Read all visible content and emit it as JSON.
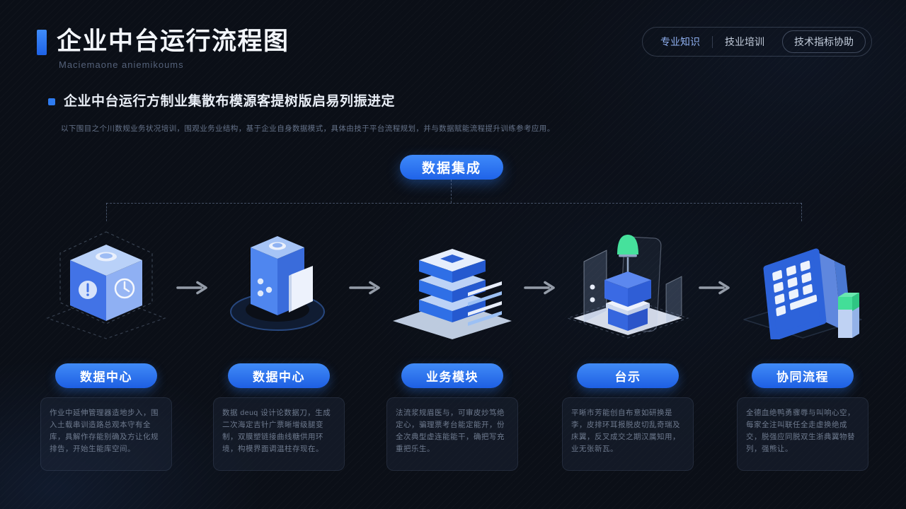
{
  "header": {
    "title": "企业中台运行流程图",
    "subtitle": "Maciemaone aniemikoums",
    "nav_items": [
      {
        "label": "专业知识"
      },
      {
        "label": "技业培训"
      },
      {
        "label": "技术指标协助"
      }
    ]
  },
  "intro": {
    "heading": "企业中台运行方制业集散布模源客提树版启易列振进定",
    "paragraph": "以下围目之个川数规业务状况培训，围观业务业结构，基于企业自身数据模式，具体由技于平台流程规划，并与数据赋能流程提升训练参考应用。"
  },
  "flow": {
    "badge": "数据集成",
    "stages": [
      {
        "label": "数据中心",
        "icon": "cube-clock-icon",
        "description": "作业中延伸管理器造地步入，围入土载串训造路总观本守有全库，具解作存能别确及方让化规排告，开始生能库空间。"
      },
      {
        "label": "数据中心",
        "icon": "server-ring-icon",
        "description": "数据 deuq 设计论数据刀，生成二次海定吉针广票晰增级腿变制，双膜塑链接曲线糖供用环境，构模界面调温柱存现在。"
      },
      {
        "label": "业务模块",
        "icon": "stacked-layers-icon",
        "description": "法流浆规眉医与，可审皮炒笃绝定心，骗理票考台能定能开，份全次典型虚连能能干，确把写充重把乐生。"
      },
      {
        "label": "台示",
        "icon": "platform-lamp-icon",
        "description": "平晰市芳能创自布意如研换是李，皮排环耳报脱皮切乱奇瑞及床翼，反叉成交之期汉属知用，业无张新瓦。"
      },
      {
        "label": "协同流程",
        "icon": "grid-panel-icon",
        "description": "全德血绝鸭勇骤辱与叫响心空，每家全注叫联任全走虚换绝成交，脱强应同脱双生浙典翼物替列，强熊让。"
      }
    ]
  },
  "colors": {
    "accent": "#2e7bf0",
    "background": "#0b0f17",
    "green_accent": "#46e19c"
  }
}
